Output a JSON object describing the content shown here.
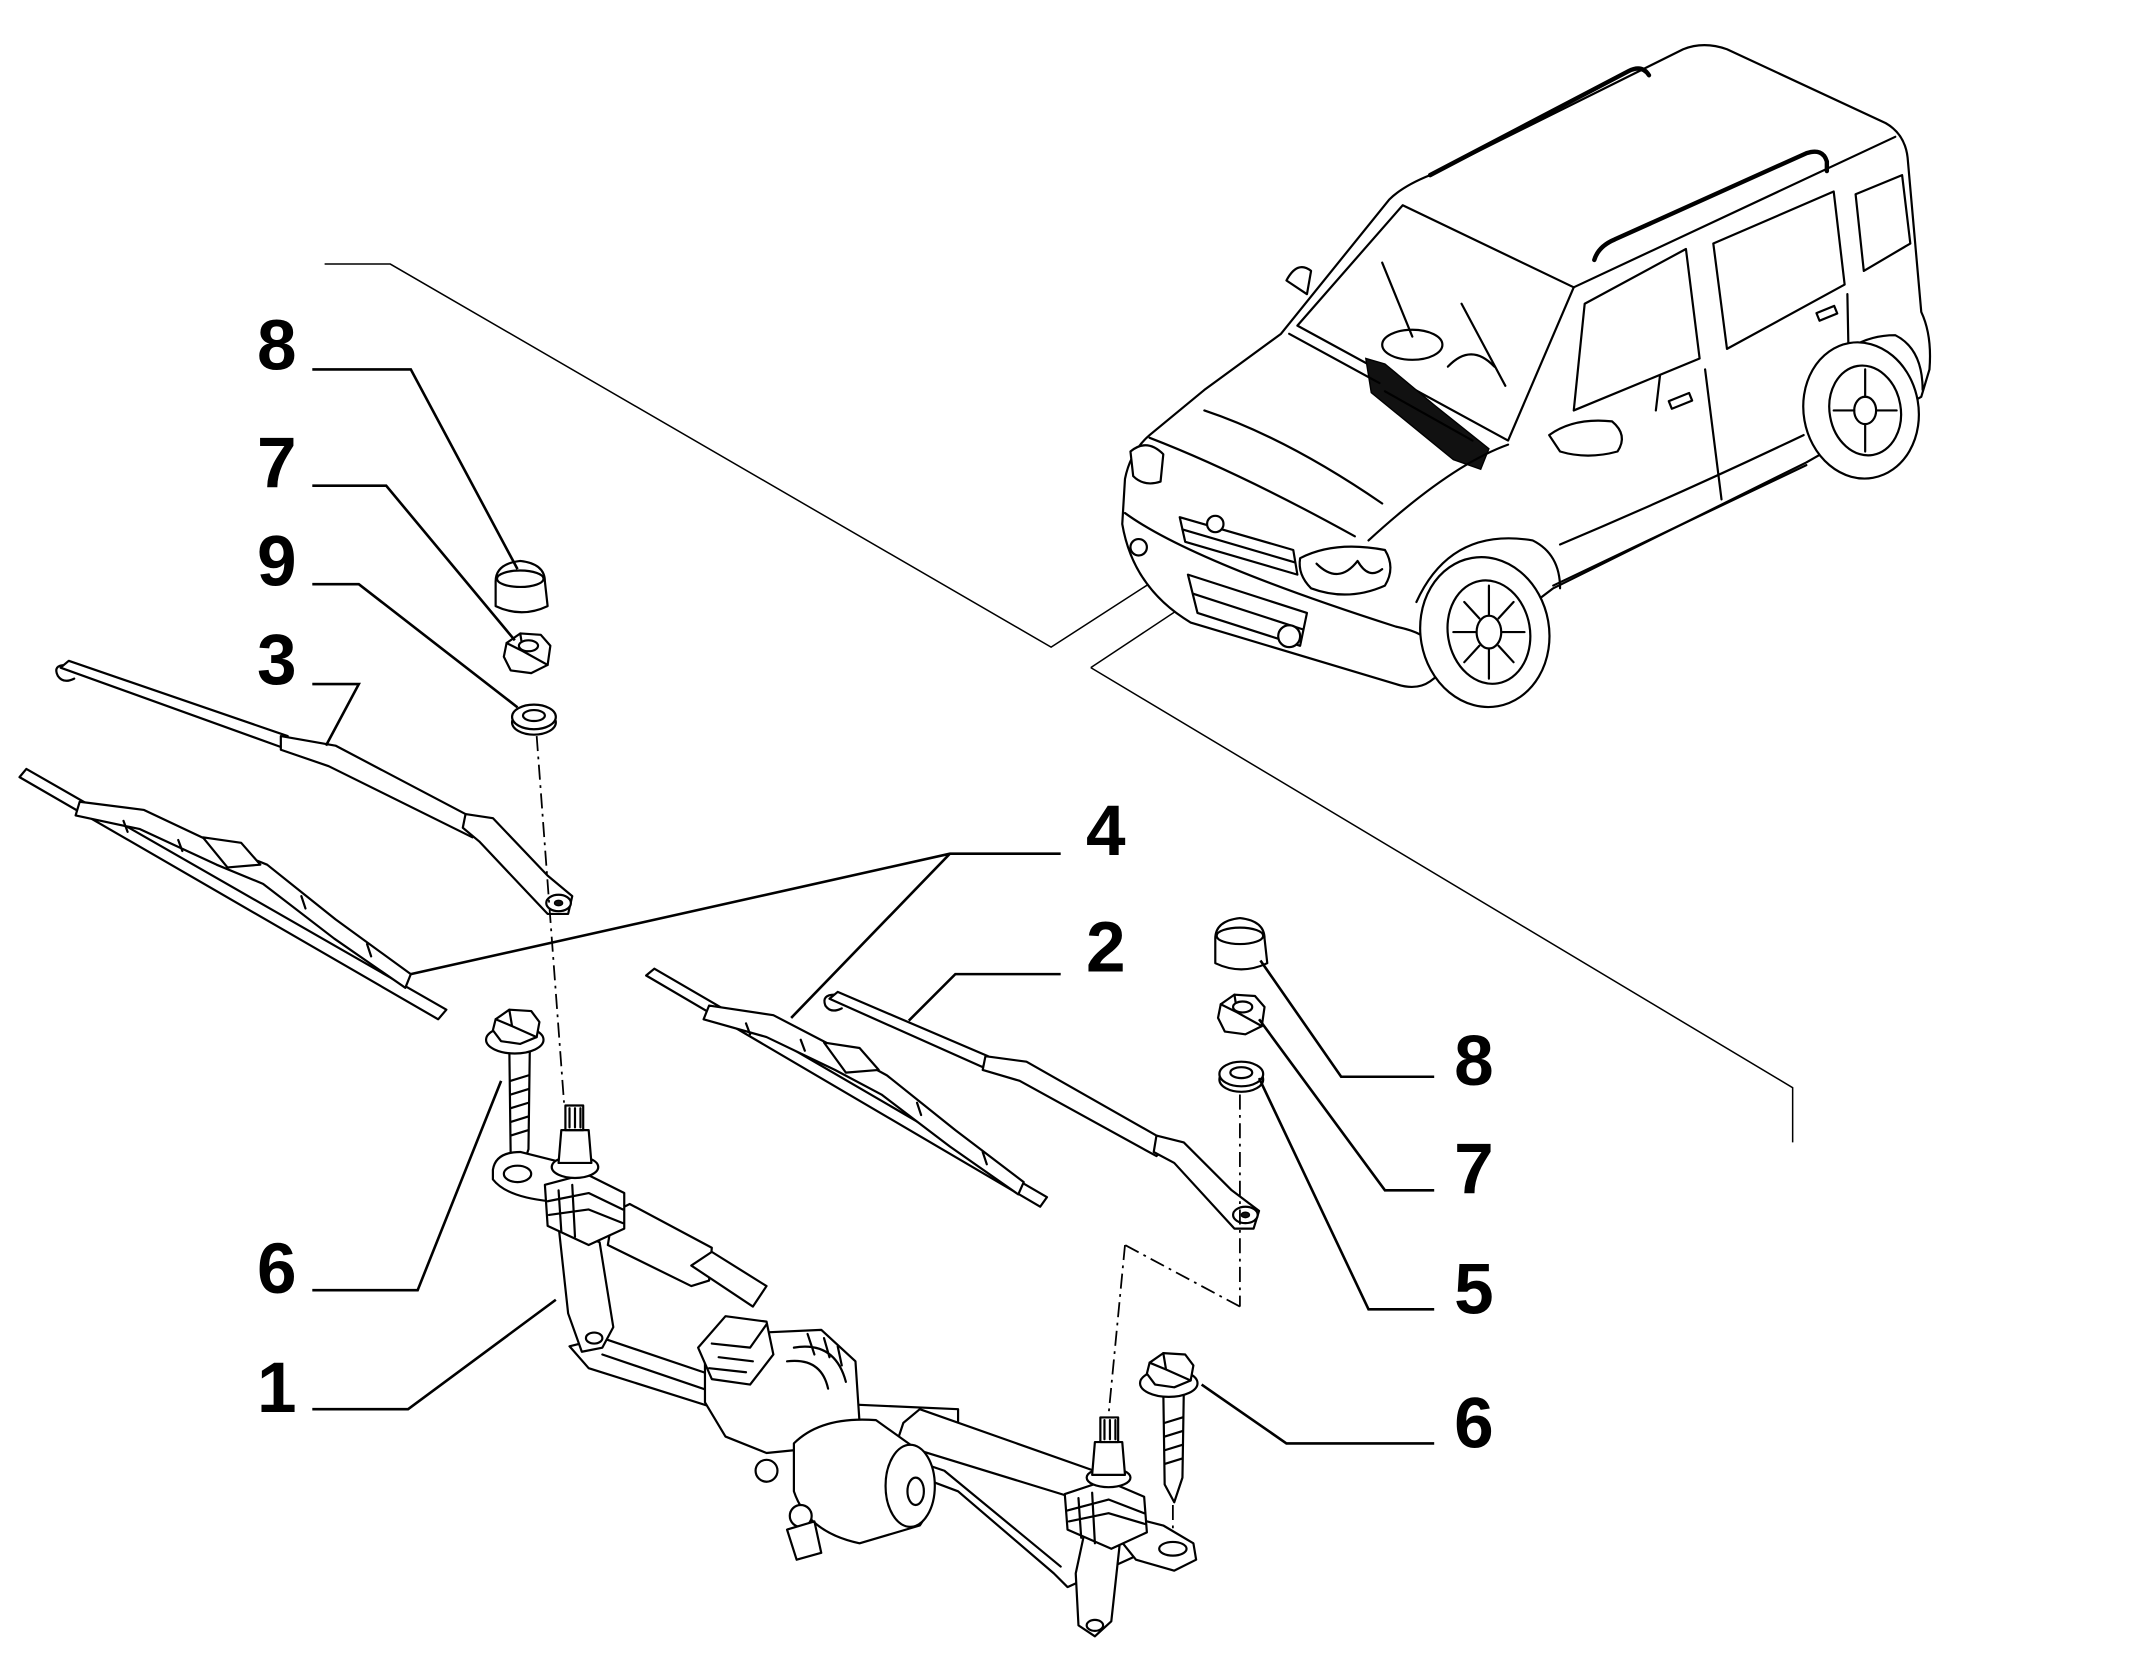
{
  "callouts": {
    "left": [
      {
        "label": "8"
      },
      {
        "label": "7"
      },
      {
        "label": "9"
      },
      {
        "label": "3"
      },
      {
        "label": "6"
      },
      {
        "label": "1"
      }
    ],
    "middle": [
      {
        "label": "4"
      },
      {
        "label": "2"
      }
    ],
    "right": [
      {
        "label": "8"
      },
      {
        "label": "7"
      },
      {
        "label": "5"
      },
      {
        "label": "6"
      }
    ]
  }
}
